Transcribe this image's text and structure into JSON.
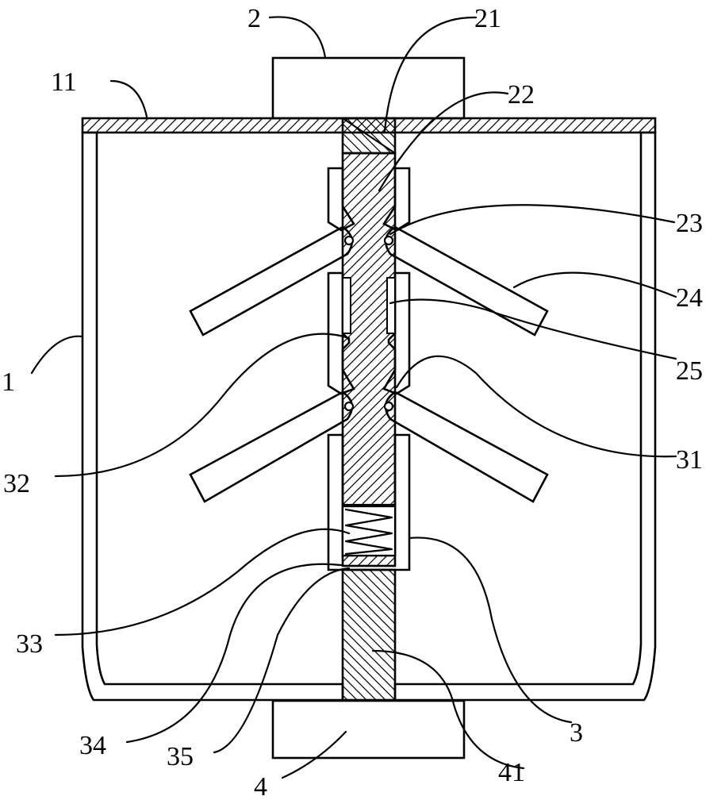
{
  "labels": {
    "l1": "1",
    "l2": "2",
    "l3": "3",
    "l4": "4",
    "l11": "11",
    "l21": "21",
    "l22": "22",
    "l23": "23",
    "l24": "24",
    "l25": "25",
    "l31": "31",
    "l32": "32",
    "l33": "33",
    "l34": "34",
    "l35": "35",
    "l41": "41"
  }
}
